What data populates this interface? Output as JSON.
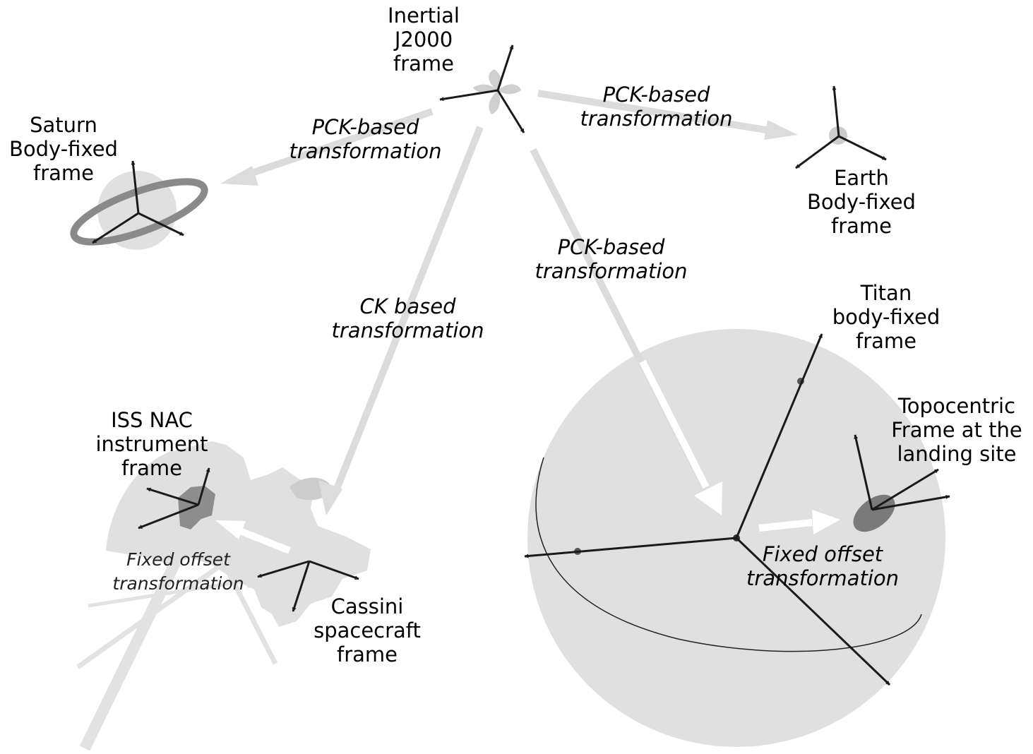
{
  "frames": {
    "inertial": "Inertial\nJ2000\nframe",
    "saturn": "Saturn\nBody-fixed\nframe",
    "earth": "Earth\nBody-fixed\nframe",
    "titan": "Titan\nbody-fixed\nframe",
    "topocentric": "Topocentric\nFrame at the\nlanding site",
    "iss_nac": "ISS NAC\ninstrument\nframe",
    "cassini": "Cassini\nspacecraft\nframe"
  },
  "transformations": {
    "inertial_to_saturn": "PCK-based\ntransformation",
    "inertial_to_earth": "PCK-based\ntransformation",
    "inertial_to_titan": "PCK-based\ntransformation",
    "inertial_to_cassini": "CK based\ntransformation",
    "cassini_to_iss": "Fixed offset\ntransformation",
    "titan_to_topocentric": "Fixed offset\ntransformation"
  },
  "colors": {
    "connector_arrow": "#dcdcdc",
    "body_fill": "#e0e0e0",
    "axis": "#1a1a1a",
    "saturn_ring": "#8a8a8a",
    "landing_site": "#7a7a7a"
  }
}
